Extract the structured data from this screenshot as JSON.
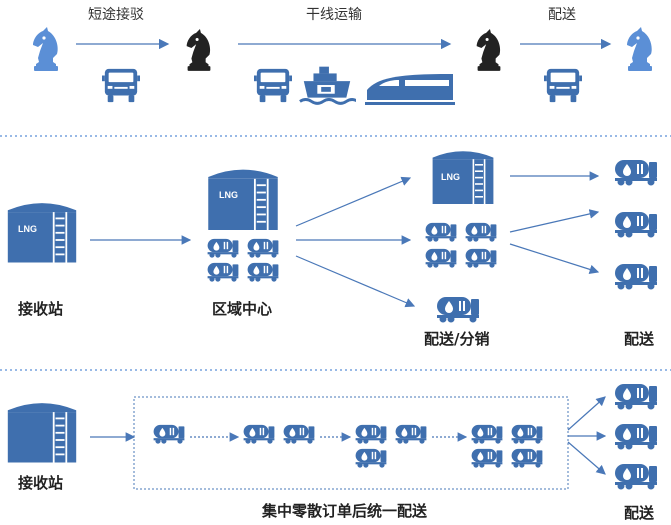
{
  "colors": {
    "blue": "#3f6fae",
    "light": "#5b8fd6",
    "line": "#4a78b8"
  },
  "row1": {
    "legs": [
      "短途接驳",
      "干线运输",
      "配送"
    ]
  },
  "row2": {
    "source": "接收站",
    "hub": "区域中心",
    "mid": "配送/分销",
    "dest": "配送"
  },
  "row3": {
    "source": "接收站",
    "box": "集中零散订单后统一配送",
    "dest": "配送"
  },
  "icons": {
    "tank_label": "LNG",
    "chess": "knight-icon",
    "truck": "truck-icon",
    "ship": "ship-icon",
    "train": "train-icon",
    "tanker": "tank-truck-icon",
    "storage": "lng-tank-icon"
  }
}
